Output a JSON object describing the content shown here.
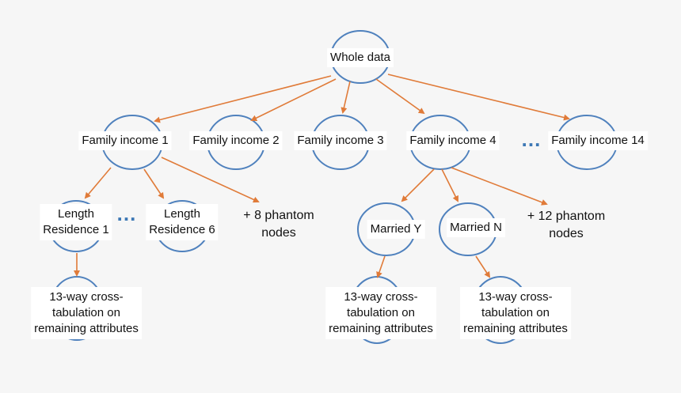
{
  "nodes": {
    "root": "Whole data",
    "fi1": "Family income 1",
    "fi2": "Family income 2",
    "fi3": "Family income 3",
    "fi4": "Family income 4",
    "fi14": "Family income 14",
    "lr1": "Length\nResidence 1",
    "lr6": "Length\nResidence 6",
    "phantom8": "+ 8 phantom\nnodes",
    "my": "Married Y",
    "mn": "Married N",
    "phantom12": "+ 12 phantom\nnodes",
    "ct1": "13-way cross-\ntabulation on\nremaining attributes",
    "ct2": "13-way cross-\ntabulation on\nremaining attributes",
    "ct3": "13-way cross-\ntabulation on\nremaining attributes"
  },
  "ellipsis": "…",
  "colors": {
    "node_outline": "#4f81bd",
    "edge": "#e07b39",
    "background": "#f6f6f6"
  }
}
